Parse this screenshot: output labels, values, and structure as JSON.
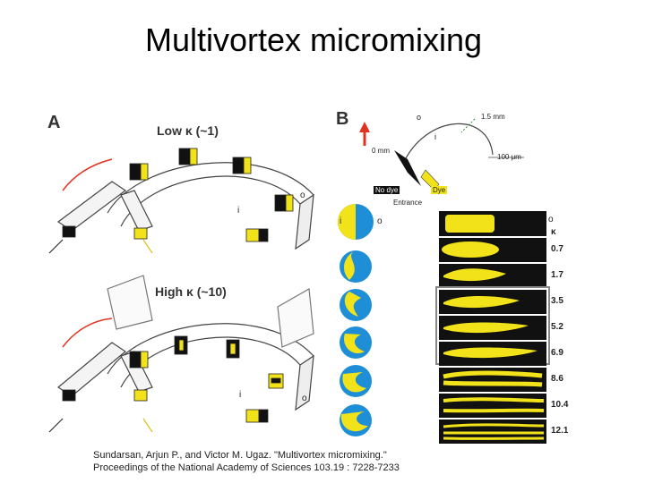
{
  "title": "Multivortex micromixing",
  "panel_a": {
    "letter": "A",
    "low_label": "Low κ (~1)",
    "high_label": "High κ (~10)",
    "o_label": "o",
    "i_label": "i"
  },
  "panel_b": {
    "letter": "B",
    "radius_label": "1.5 mm",
    "zero_label": "0 mm",
    "width_label": "100 μm",
    "no_dye_label": "No dye",
    "dye_label": "Dye",
    "entrance_label": "Entrance",
    "o_label": "o",
    "i_label": "i",
    "kappa_header": "κ",
    "kappa_values": [
      "0.7",
      "1.7",
      "3.5",
      "5.2",
      "6.9",
      "8.6",
      "10.4",
      "12.1"
    ]
  },
  "citation": {
    "line1": "Sundarsan, Arjun P., and Victor M. Ugaz. \"Multivortex micromixing.\"",
    "line2": "Proceedings of the National Academy of Sciences 103.19 : 7228-7233"
  },
  "colors": {
    "dye": "#f2e21a",
    "water": "#1e8fd6",
    "black": "#111111",
    "arrow_red": "#e0321e"
  }
}
